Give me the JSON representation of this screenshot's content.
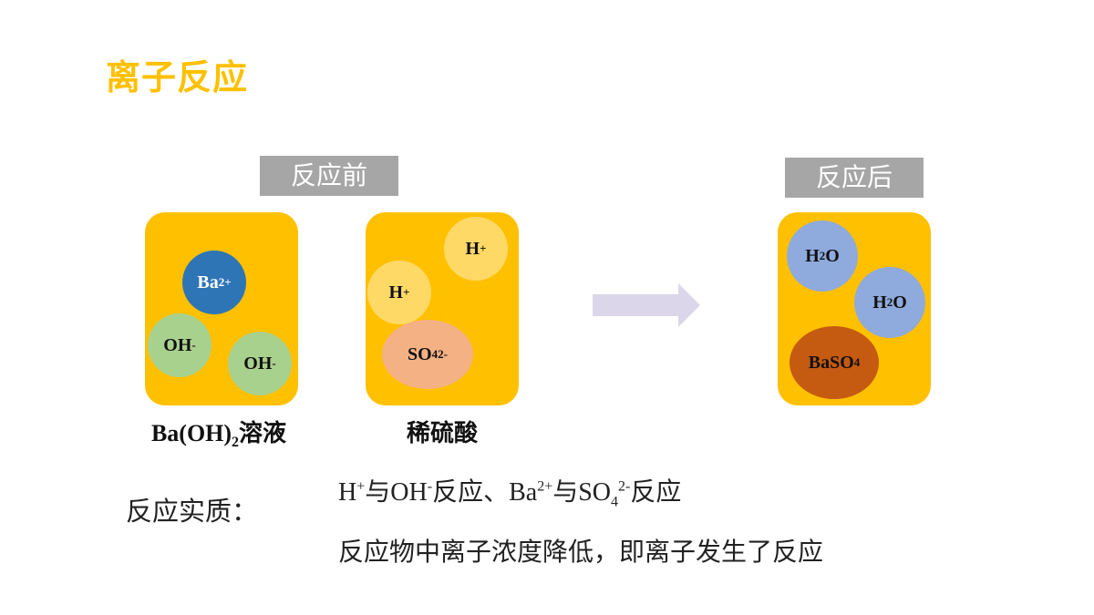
{
  "title": "离子反应",
  "tags": {
    "before": "反应前",
    "after": "反应后"
  },
  "before_left": {
    "caption_chem": "Ba(OH)",
    "caption_sub": "2",
    "caption_cn": "溶液",
    "ions": [
      {
        "base": "Ba",
        "sup": "2+"
      },
      {
        "base": "OH",
        "sup": "-"
      },
      {
        "base": "OH",
        "sup": "-"
      }
    ]
  },
  "before_right": {
    "caption": "稀硫酸",
    "ions": [
      {
        "base": "H",
        "sup": "+"
      },
      {
        "base": "H",
        "sup": "+"
      },
      {
        "base": "SO",
        "sub": "4",
        "sup": "2-"
      }
    ]
  },
  "after": {
    "molecules": [
      {
        "pre": "H",
        "sub": "2",
        "post": "O"
      },
      {
        "pre": "H",
        "sub": "2",
        "post": "O"
      },
      {
        "pre": "BaSO",
        "sub": "4",
        "post": ""
      }
    ]
  },
  "essence": {
    "label": "反应实质：",
    "line1": {
      "h": "H",
      "h_sup": "+",
      "with1": "与",
      "oh": "OH",
      "oh_sup": "-",
      "react1": "反应、",
      "ba": "Ba",
      "ba_sup": "2+",
      "with2": "与",
      "so": "SO",
      "so_sub": "4",
      "so_sup": "2-",
      "react2": "反应"
    },
    "line2": "反应物中离子浓度降低，即离子发生了反应"
  },
  "colors": {
    "accent": "#FFC000",
    "tag_bg": "#A6A6A6",
    "ba_ion": "#2E75B6",
    "oh_ion": "#A9D18E",
    "h_ion": "#FFD966",
    "so4_ion": "#F4B183",
    "water": "#8FAADC",
    "baso4": "#C55A11",
    "arrow": "#DCD6EB"
  }
}
